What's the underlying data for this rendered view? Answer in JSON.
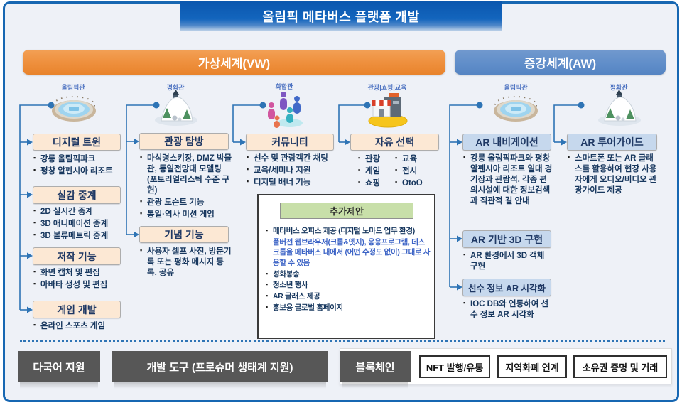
{
  "title": "올림픽 메타버스 플랫폼 개발",
  "sections": {
    "vw": "가상세계(VW)",
    "aw": "증강세계(AW)"
  },
  "pavilions": {
    "p1": "올림픽관",
    "p2": "평화관",
    "p3": "화합관",
    "p4": "관광|쇼핑|교육",
    "p5": "올림픽관",
    "p6": "평화관"
  },
  "vw": {
    "col1": {
      "boxes": [
        {
          "title": "디지털 트윈",
          "bullets": [
            "강릉 올림픽파크",
            "평창 알펜시아 리조트"
          ]
        },
        {
          "title": "실감 중계",
          "bullets": [
            "2D 실시간 중계",
            "3D 애니메이션 중계",
            "3D 볼류메트릭 중계"
          ]
        },
        {
          "title": "저작 기능",
          "bullets": [
            "화면 캡처 및 편집",
            "아바타 생성 및 편집"
          ]
        },
        {
          "title": "게임 개발",
          "bullets": [
            "온라인 스포츠 게임"
          ]
        }
      ]
    },
    "col2": {
      "boxes": [
        {
          "title": "관광 탐방",
          "bullets": [
            "마식령스키장, DMZ 박물관, 통일전망대 모델링 (포토리얼리스틱 수준 구현)",
            "관광 도슨트 기능",
            "통일·역사 미션 게임"
          ]
        },
        {
          "title": "기념 기능",
          "bullets": [
            "사용자 셀프 사진, 방문기록 또는 평화 메시지 등록, 공유"
          ]
        }
      ]
    },
    "col3": {
      "boxes": [
        {
          "title": "커뮤니티",
          "bullets": [
            "선수 및 관람객간 채팅",
            "교육/세미나 지원",
            "디지털 배너 기능"
          ]
        }
      ]
    },
    "col4": {
      "boxes": [
        {
          "title": "자유 선택",
          "bullets": [
            "관광",
            "교육",
            "게임",
            "전시",
            "쇼핑",
            "OtoO"
          ]
        }
      ]
    }
  },
  "aw": {
    "col1": {
      "boxes": [
        {
          "title": "AR 내비게이션",
          "bullets": [
            "강릉 올림픽파크와 평창 알펜시아 리조트 일대 경기장과 관람석, 각종 편의시설에 대한 정보검색과 직관적 길 안내"
          ]
        },
        {
          "title": "AR 기반 3D 구현",
          "bullets": [
            "AR 환경에서 3D 객체 구현"
          ]
        },
        {
          "title": "선수 정보 AR 시각화",
          "bullets": [
            "IOC DB와 연동하여 선수 정보 AR 시각화"
          ]
        }
      ]
    },
    "col2": {
      "boxes": [
        {
          "title": "AR 투어가이드",
          "bullets": [
            "스마트폰 또는 AR 글래스를 활용하여 현장 사용자에게 오디오/비디오 관광가이드 제공"
          ]
        }
      ]
    }
  },
  "proposal": {
    "title": "추가제안",
    "items": [
      {
        "text": "메타버스 오피스 제공 (디지털 노마드 업무 환경)"
      },
      {
        "text": "풀버전 웹브라우저(크롬&엣지), 응용프로그램, 데스크톱을 메타버스 내에서 (어떤 수정도 없이) 그대로 사용할 수 있음"
      },
      {
        "text": "성화봉송"
      },
      {
        "text": "청소년 행사"
      },
      {
        "text": "AR 글래스 제공"
      },
      {
        "text": "홍보용 글로벌 홈페이지"
      }
    ]
  },
  "bottom": {
    "multilingual": "다국어 지원",
    "devtools": "개발 도구 (프로슈머 생태계 지원)",
    "blockchain": "블록체인",
    "chips": [
      "NFT 발행/유통",
      "지역화폐 연계",
      "소유권 증명 및 거래"
    ]
  },
  "colors": {
    "accent_blue": "#2e74b5",
    "banner_blue": "#1365bd",
    "banner_orange": "#ee8f3c",
    "aw_banner_blue": "#5f8dc9",
    "box_peach": "#fce8d4",
    "box_blue": "#c6d8ed",
    "proposal_green": "#c8dfa9",
    "dark_gray": "#575757",
    "link_blue": "#3d64c6"
  }
}
